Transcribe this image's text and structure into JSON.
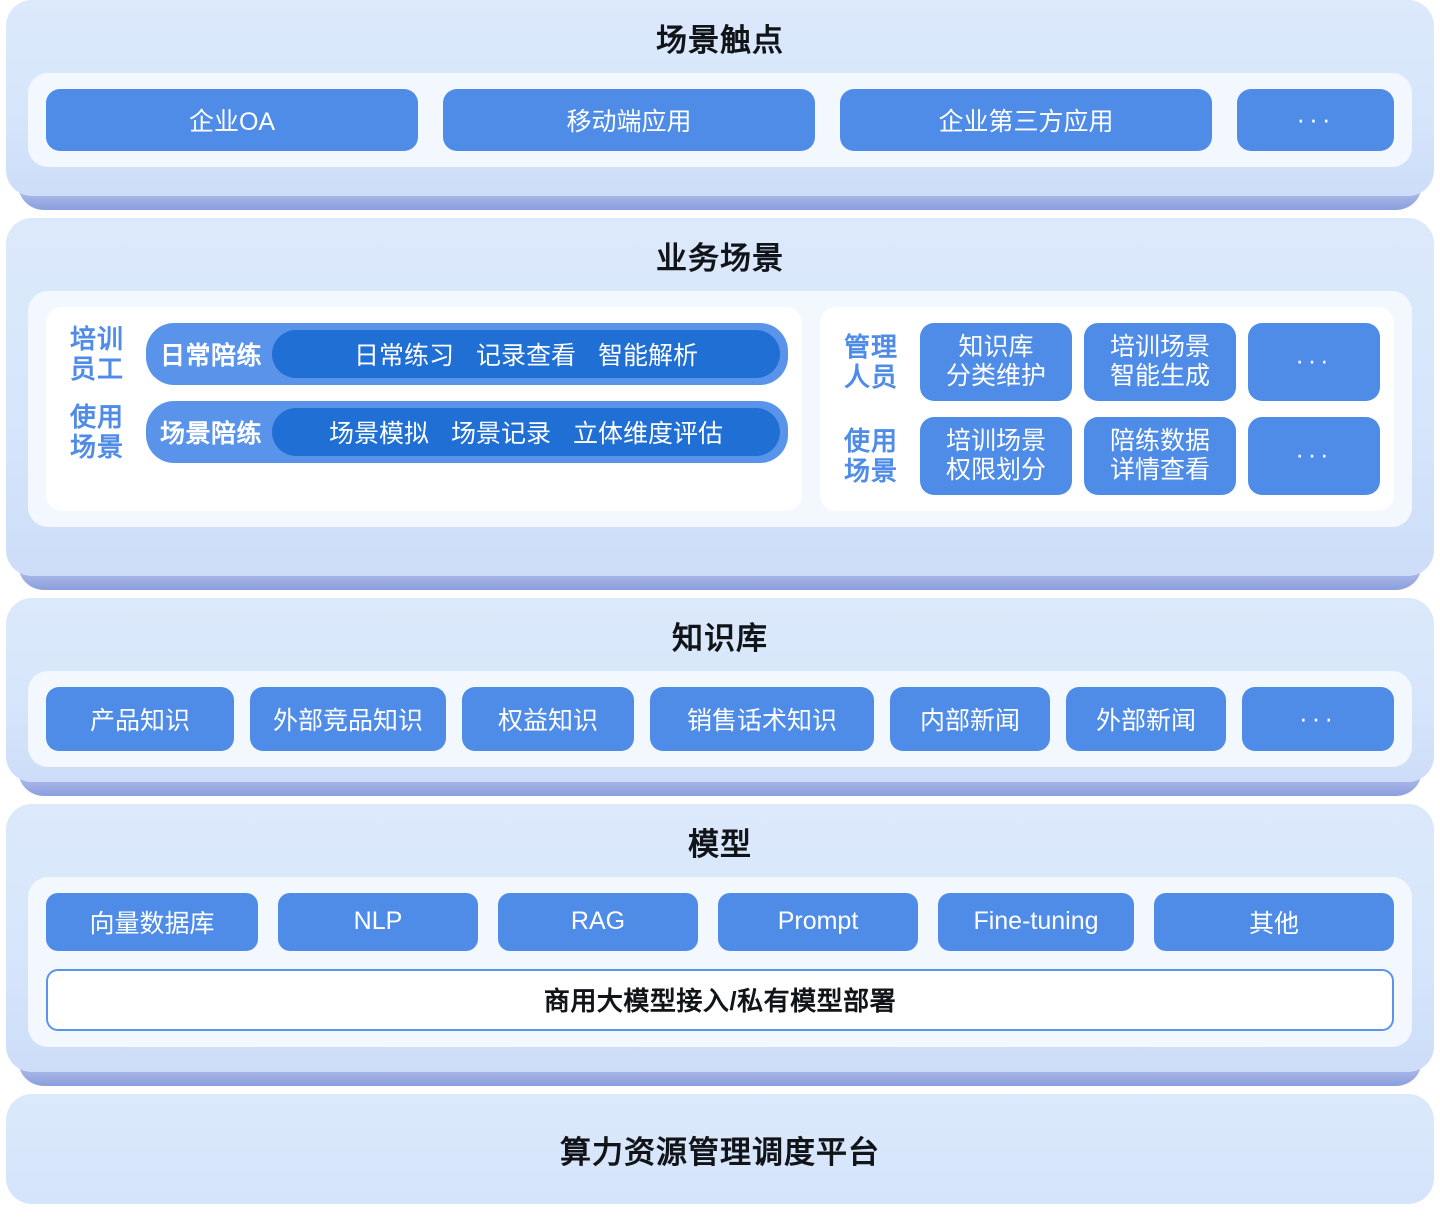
{
  "sections": [
    {
      "id": "scene-touchpoints",
      "title": "场景触点",
      "items": [
        {
          "label": "企业OA"
        },
        {
          "label": "移动端应用"
        },
        {
          "label": "企业第三方应用"
        },
        {
          "label": "···",
          "icon": "ellipsis-icon"
        }
      ]
    },
    {
      "id": "business-scenarios",
      "title": "业务场景",
      "left_panel": {
        "rows": [
          {
            "role": "培训\n员工",
            "role_line1": "培训",
            "role_line2": "员工",
            "pill_label": "日常陪练",
            "pill_items": [
              "日常练习",
              "记录查看",
              "智能解析"
            ]
          },
          {
            "role": "使用\n场景",
            "role_line1": "使用",
            "role_line2": "场景",
            "pill_label": "场景陪练",
            "pill_items": [
              "场景模拟",
              "场景记录",
              "立体维度评估"
            ]
          }
        ]
      },
      "right_panel": {
        "rows": [
          {
            "role_line1": "管理",
            "role_line2": "人员",
            "chips": [
              {
                "line1": "知识库",
                "line2": "分类维护"
              },
              {
                "line1": "培训场景",
                "line2": "智能生成"
              },
              {
                "line1": "···",
                "line2": "",
                "icon": "ellipsis-icon"
              }
            ]
          },
          {
            "role_line1": "使用",
            "role_line2": "场景",
            "chips": [
              {
                "line1": "培训场景",
                "line2": "权限划分"
              },
              {
                "line1": "陪练数据",
                "line2": "详情查看"
              },
              {
                "line1": "···",
                "line2": "",
                "icon": "ellipsis-icon"
              }
            ]
          }
        ]
      }
    },
    {
      "id": "knowledge-base",
      "title": "知识库",
      "items": [
        {
          "label": "产品知识"
        },
        {
          "label": "外部竞品知识"
        },
        {
          "label": "权益知识"
        },
        {
          "label": "销售话术知识"
        },
        {
          "label": "内部新闻"
        },
        {
          "label": "外部新闻"
        },
        {
          "label": "···",
          "icon": "ellipsis-icon"
        }
      ]
    },
    {
      "id": "model",
      "title": "模型",
      "items": [
        {
          "label": "向量数据库"
        },
        {
          "label": "NLP"
        },
        {
          "label": "RAG"
        },
        {
          "label": "Prompt"
        },
        {
          "label": "Fine-tuning"
        },
        {
          "label": "其他"
        }
      ],
      "wide_bar": "商用大模型接入/私有模型部署"
    },
    {
      "id": "compute-platform",
      "title": "算力资源管理调度平台"
    }
  ],
  "colors": {
    "chip_blue": "#4f8ce8",
    "pill_outer_blue": "#5a94ea",
    "pill_inner_blue": "#1f6fd4",
    "band_background": "#d7e6fb",
    "band_base_purple": "#8b9ede",
    "inner_card": "#f3f8ff",
    "panel_white": "#ffffff",
    "label_blue": "#4f8ce8",
    "title_black": "#111418"
  }
}
